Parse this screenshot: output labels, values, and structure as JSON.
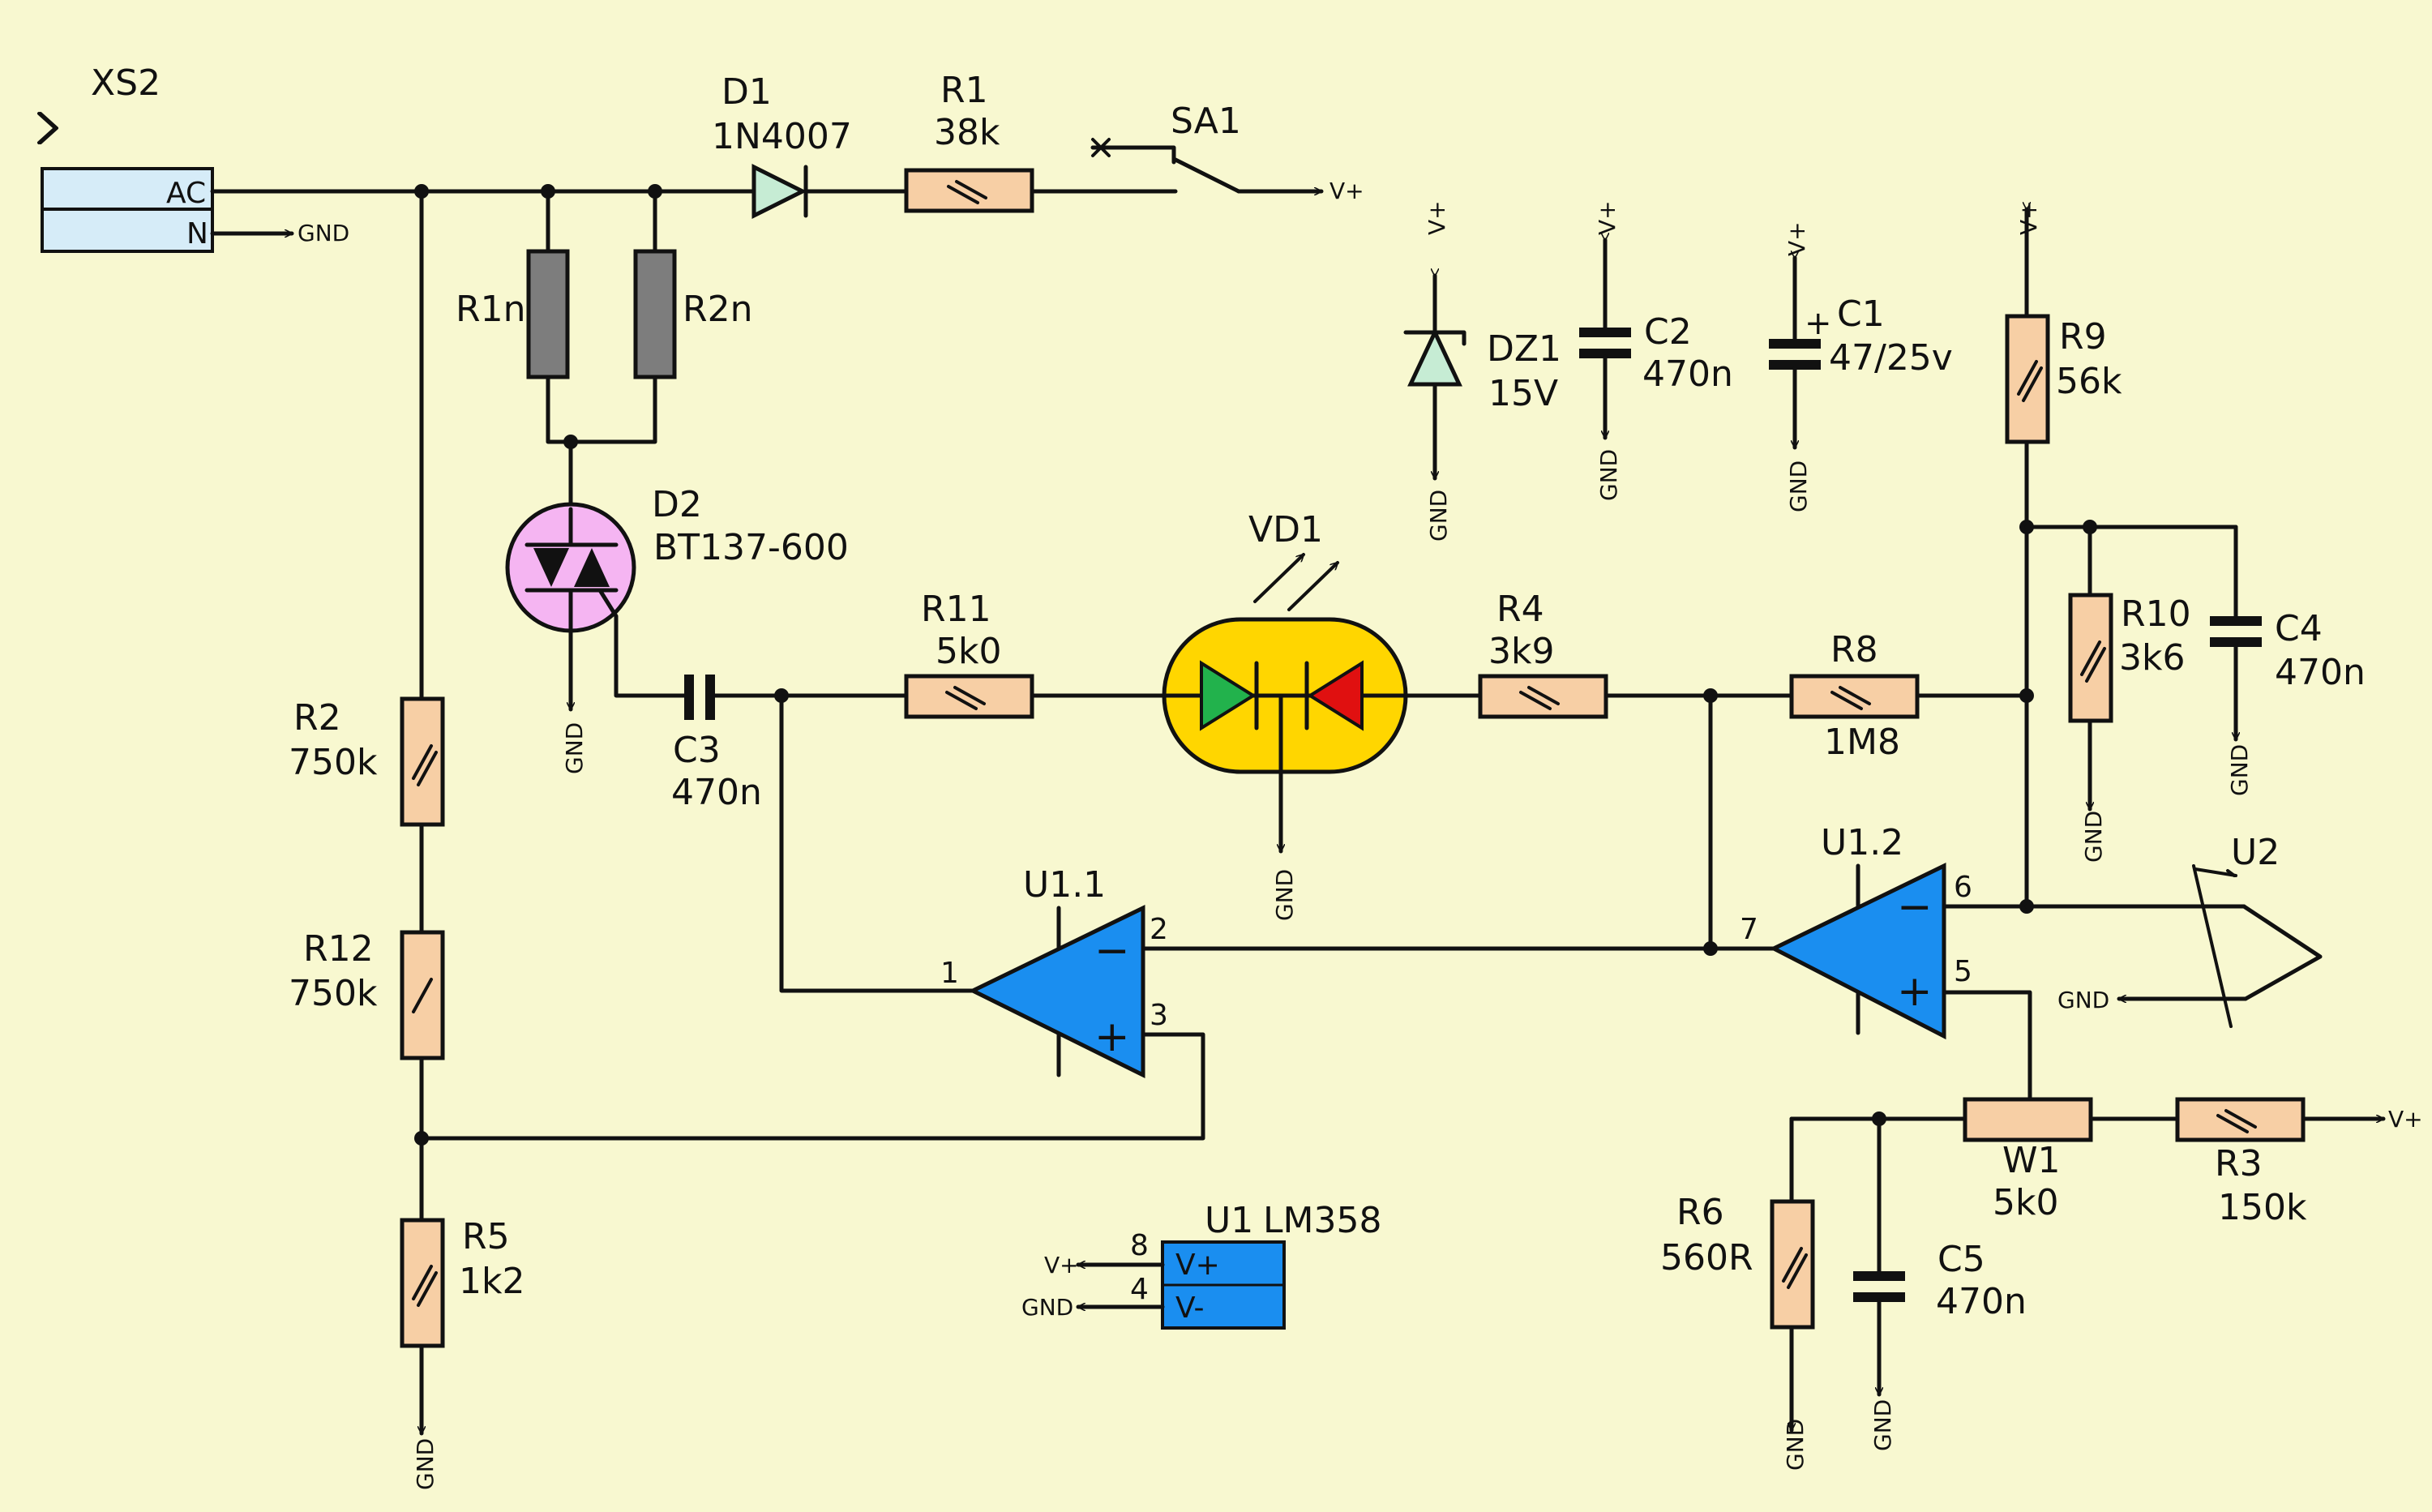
{
  "colors": {
    "background": "#f8f8d0",
    "resistor": "#f7cfa5",
    "resistor_nonstandard": "#7d7d7d",
    "opamp": "#1a8ef0",
    "triac": "#f5b5f2",
    "led_body": "#ffd600",
    "led_green": "#22b24c",
    "led_red": "#e01010",
    "connector": "#d6ecf8",
    "zener": "#c6ecd4"
  },
  "net_labels": {
    "vplus": "V+",
    "gnd": "GND"
  },
  "connector": {
    "ref": "XS2",
    "pin_ac": "AC",
    "pin_n": "N"
  },
  "components": {
    "d1": {
      "ref": "D1",
      "value": "1N4007"
    },
    "r1": {
      "ref": "R1",
      "value": "38k"
    },
    "sa1": {
      "ref": "SA1"
    },
    "r1n": {
      "ref": "R1n"
    },
    "r2n": {
      "ref": "R2n"
    },
    "d2": {
      "ref": "D2",
      "value": "BT137-600"
    },
    "dz1": {
      "ref": "DZ1",
      "value": "15V"
    },
    "c2": {
      "ref": "C2",
      "value": "470n"
    },
    "c1": {
      "ref": "C1",
      "value": "47/25v",
      "polarity": "+"
    },
    "r9": {
      "ref": "R9",
      "value": "56k"
    },
    "vd1": {
      "ref": "VD1"
    },
    "r11": {
      "ref": "R11",
      "value": "5k0"
    },
    "r4": {
      "ref": "R4",
      "value": "3k9"
    },
    "r8": {
      "ref": "R8",
      "value": "1M8"
    },
    "r10": {
      "ref": "R10",
      "value": "3k6"
    },
    "c4": {
      "ref": "C4",
      "value": "470n"
    },
    "c3": {
      "ref": "C3",
      "value": "470n"
    },
    "r2": {
      "ref": "R2",
      "value": "750k"
    },
    "r12": {
      "ref": "R12",
      "value": "750k"
    },
    "r5": {
      "ref": "R5",
      "value": "1k2"
    },
    "u11": {
      "ref": "U1.1",
      "pin_out": "1",
      "pin_inv": "2",
      "pin_noninv": "3"
    },
    "u12": {
      "ref": "U1.2",
      "pin_out": "7",
      "pin_inv": "6",
      "pin_noninv": "5"
    },
    "u2": {
      "ref": "U2"
    },
    "u1": {
      "ref": "U1",
      "value": "LM358",
      "pin_vplus": "8",
      "pin_vminus": "4",
      "label_vplus": "V+",
      "label_vminus": "V-"
    },
    "w1": {
      "ref": "W1",
      "value": "5k0"
    },
    "r3": {
      "ref": "R3",
      "value": "150k"
    },
    "r6": {
      "ref": "R6",
      "value": "560R"
    },
    "c5": {
      "ref": "C5",
      "value": "470n"
    }
  },
  "opamp_signs": {
    "minus": "−",
    "plus": "+"
  }
}
